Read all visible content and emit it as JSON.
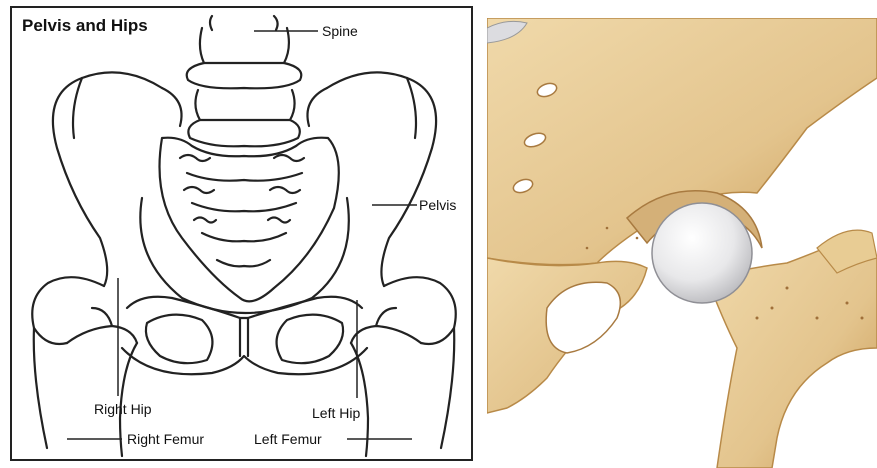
{
  "diagram": {
    "title": "Pelvis and Hips",
    "labels": {
      "spine": "Spine",
      "pelvis": "Pelvis",
      "right_hip": "Right Hip",
      "left_hip": "Left Hip",
      "right_femur": "Right Femur",
      "left_femur": "Left Femur"
    }
  },
  "colors": {
    "line_art": "#222222",
    "bone": "#e3c48d",
    "bone_shadow": "#c99a55",
    "cartilage": "#e8e8ea"
  }
}
